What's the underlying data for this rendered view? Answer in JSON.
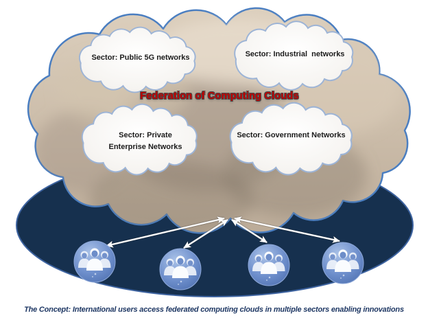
{
  "diagram": {
    "title": "Federation of Computing Clouds",
    "caption": "The Concept: International users access federated computing clouds in multiple sectors enabling innovations",
    "sector_clouds": [
      {
        "id": "public-5g",
        "label": "Sector: Public 5G networks"
      },
      {
        "id": "industrial",
        "label": "Sector: Industrial  networks"
      },
      {
        "id": "private-enterprise",
        "label": "Sector: Private Enterprise Networks"
      },
      {
        "id": "government",
        "label": "Sector: Government Networks"
      }
    ],
    "user_groups_count": 4,
    "icons": {
      "user_group": "users-group-icon",
      "arrow": "double-headed-arrow-icon"
    },
    "colors": {
      "title_red": "#C00000",
      "big_cloud_outline": "#4A7EC1",
      "big_cloud_fill": "#CEC0AE",
      "label_cloud_fill": "#F7F5F2",
      "label_cloud_outline": "#9DB4D6",
      "ellipse_navy": "#16304E",
      "user_circle_blue": "#6081C0",
      "caption_navy": "#1F3864",
      "arrow_white": "#FFFFFF"
    }
  }
}
